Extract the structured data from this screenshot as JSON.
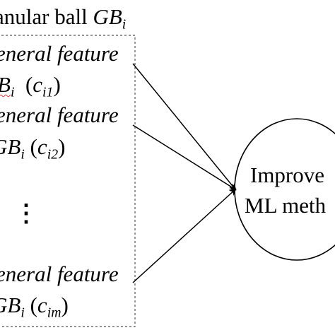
{
  "title": {
    "prefix": "anular ball ",
    "symbol": "GB",
    "subscript": "i"
  },
  "features": [
    {
      "label": "eneral feature",
      "symbol": "B",
      "symbol_sub": "i",
      "arg": "c",
      "arg_sub": "i1"
    },
    {
      "label": "eneral feature",
      "symbol": "GB",
      "symbol_sub": "i",
      "arg": "c",
      "arg_sub": "i2"
    },
    {
      "label": "eneral feature",
      "symbol": "GB",
      "symbol_sub": "i",
      "arg": "c",
      "arg_sub": "im"
    }
  ],
  "ellipsis": "⋮",
  "target": {
    "line1": "Improve",
    "line2": "ML meth"
  },
  "colors": {
    "stroke": "#000000",
    "dashed_border": "#555555"
  }
}
